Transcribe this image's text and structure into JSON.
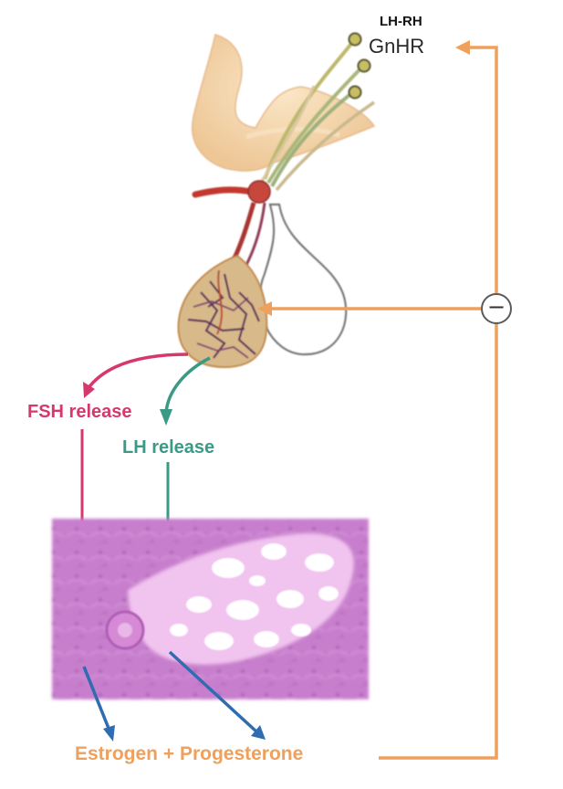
{
  "labels": {
    "lhrh": "LH-RH",
    "gnhr": "GnHR",
    "fsh_release": "FSH release",
    "lh_release": "LH release",
    "hormones": "Estrogen + Progesterone",
    "inhibition_symbol": "−"
  },
  "colors": {
    "feedback": "#eea05c",
    "fsh": "#d6386e",
    "lh": "#3b9a86",
    "secretion": "#2f6cb0",
    "tissue": "#c87ccd",
    "hypothalamus": "#f3d2a4",
    "vessel": "#c2382f"
  },
  "icons": {
    "inhibition": "minus-circle-icon",
    "arrowhead": "arrowhead-icon"
  }
}
